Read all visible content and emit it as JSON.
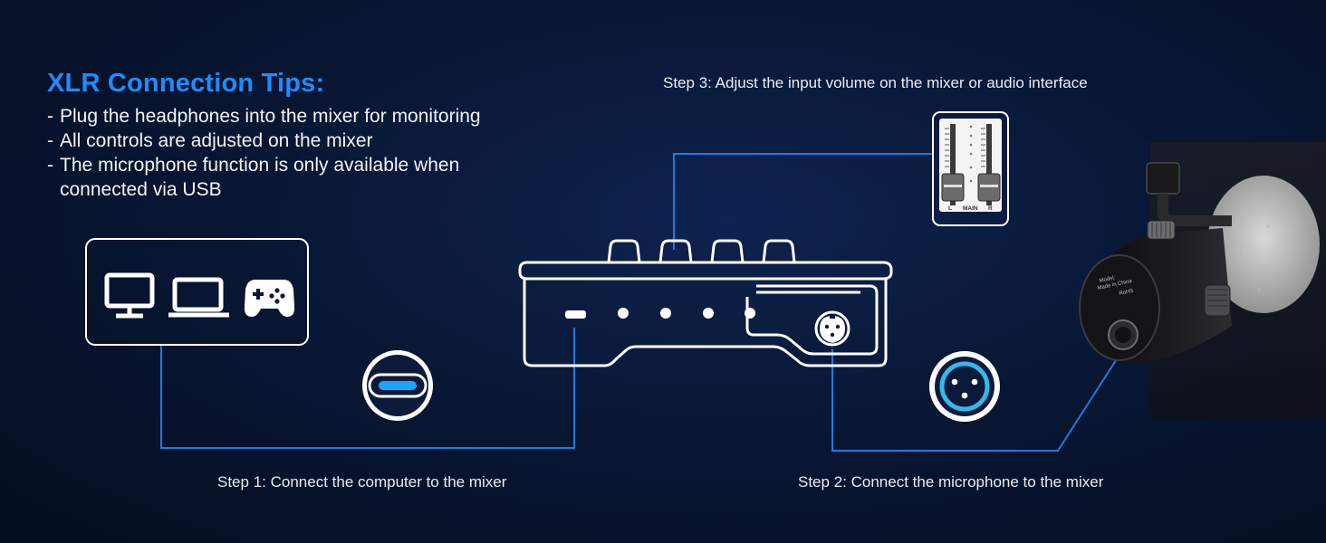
{
  "colors": {
    "accent_title": "#1e8cff",
    "connector_line": "#1f7be0",
    "usb_c_port": "#1aa6ff",
    "xlr_ring": "#34b8ea",
    "outline": "#ffffff"
  },
  "tips": {
    "title": "XLR Connection Tips:",
    "items": [
      {
        "dash": "-",
        "text": "Plug the headphones into the mixer for monitoring"
      },
      {
        "dash": "-",
        "text": "All controls are adjusted on the mixer"
      },
      {
        "dash": "-",
        "text": "The microphone function is only available when connected via USB"
      }
    ]
  },
  "steps": {
    "step1": "Step 1: Connect the computer to the mixer",
    "step2": "Step 2: Connect the microphone to the mixer",
    "step3": "Step 3: Adjust the input volume on the mixer or audio interface"
  },
  "devices": {
    "icons": [
      "monitor-icon",
      "laptop-icon",
      "gamepad-icon"
    ]
  },
  "fader_panel": {
    "left": "L",
    "main": "MAIN",
    "right": "R"
  },
  "microphone": {
    "marking_1": "Model:",
    "marking_2": "Made in China",
    "marking_3": "RoHS"
  }
}
